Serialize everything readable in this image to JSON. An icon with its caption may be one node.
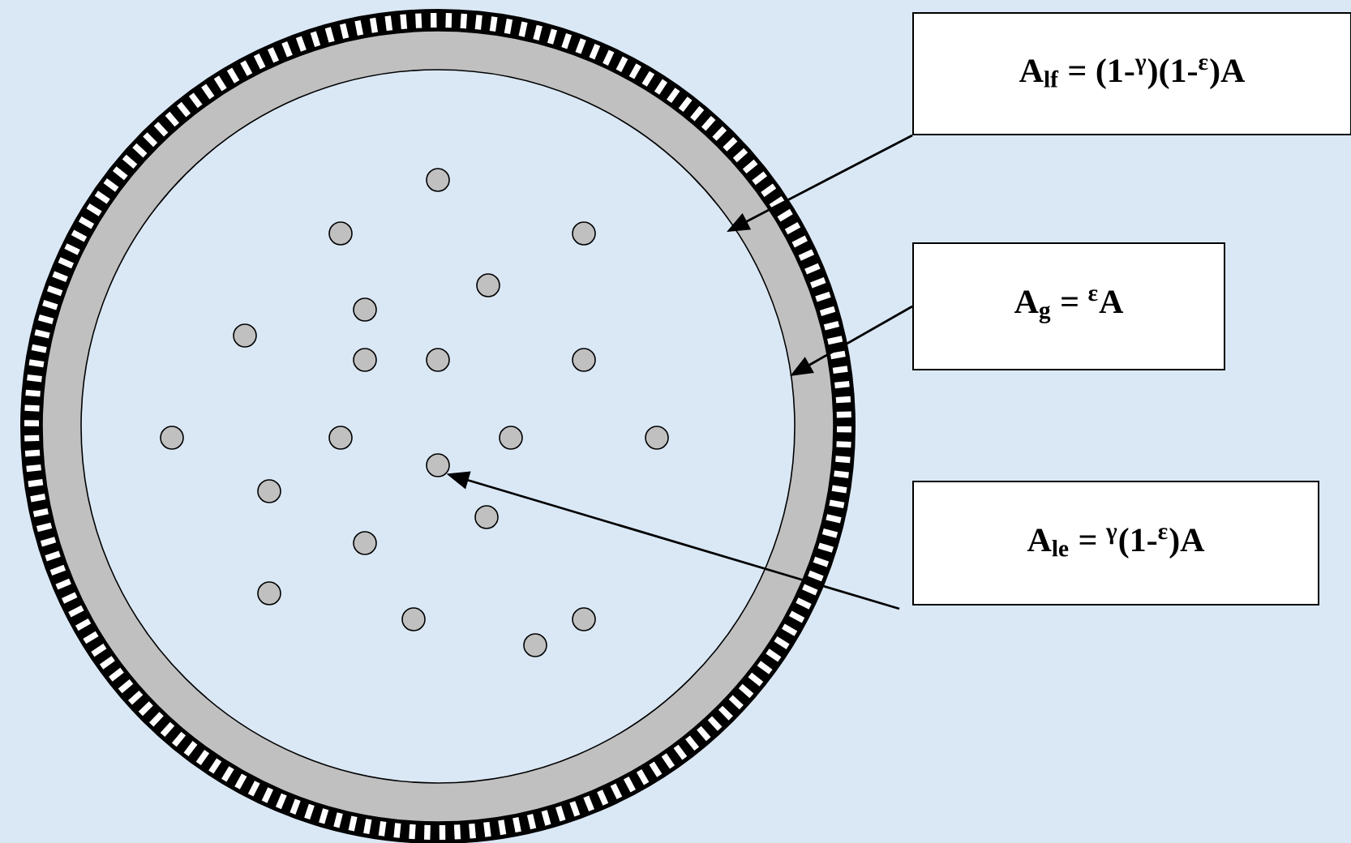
{
  "diagram": {
    "nodes": [
      {
        "text": [],
        "shape": "circle"
      },
      {
        "text": [],
        "shape": "circle",
        "in": 0
      },
      {
        "text": [],
        "shape": "circle",
        "in": 1
      },
      {
        "text": [],
        "shape": "circle",
        "in": 1
      },
      {
        "text": [],
        "shape": "circle",
        "in": 1
      },
      {
        "text": [],
        "shape": "circle",
        "in": 1
      },
      {
        "text": [],
        "shape": "circle",
        "in": 1
      },
      {
        "text": [],
        "shape": "circle",
        "in": 1
      },
      {
        "text": [],
        "shape": "circle",
        "in": 1
      },
      {
        "text": [],
        "shape": "circle",
        "in": 1
      },
      {
        "text": [],
        "shape": "circle",
        "in": 1
      },
      {
        "text": [],
        "shape": "circle",
        "in": 1
      },
      {
        "text": [],
        "shape": "circle",
        "in": 1
      },
      {
        "text": [],
        "shape": "circle",
        "in": 1
      },
      {
        "text": [],
        "shape": "circle",
        "in": 1
      },
      {
        "text": [],
        "shape": "circle",
        "in": 1
      },
      {
        "text": [],
        "shape": "circle",
        "in": 1
      },
      {
        "text": [],
        "shape": "circle",
        "in": 1
      },
      {
        "text": [],
        "shape": "circle",
        "in": 1
      },
      {
        "text": [],
        "shape": "circle",
        "in": 1
      },
      {
        "text": [],
        "shape": "circle",
        "in": 1
      },
      {
        "text": [],
        "shape": "circle",
        "in": 1
      },
      {
        "text": [],
        "shape": "circle",
        "in": 1
      },
      {
        "text": [
          "A$_{lf}$ = (1-$^{γ}$)(1-$^{ε}$)A"
        ]
      },
      {
        "text": [
          "A$_{g}$ = $^{ε}$A"
        ]
      },
      {
        "text": [
          "A$_{le}$ = $^{γ}$(1-$^{ε}$)A"
        ]
      }
    ],
    "edges": [
      {
        "from": 23,
        "to": 0,
        "arrow": "to"
      },
      {
        "from": 24,
        "to": 1,
        "arrow": "to"
      },
      {
        "from": 25,
        "to": 15,
        "arrow": "to"
      }
    ]
  }
}
